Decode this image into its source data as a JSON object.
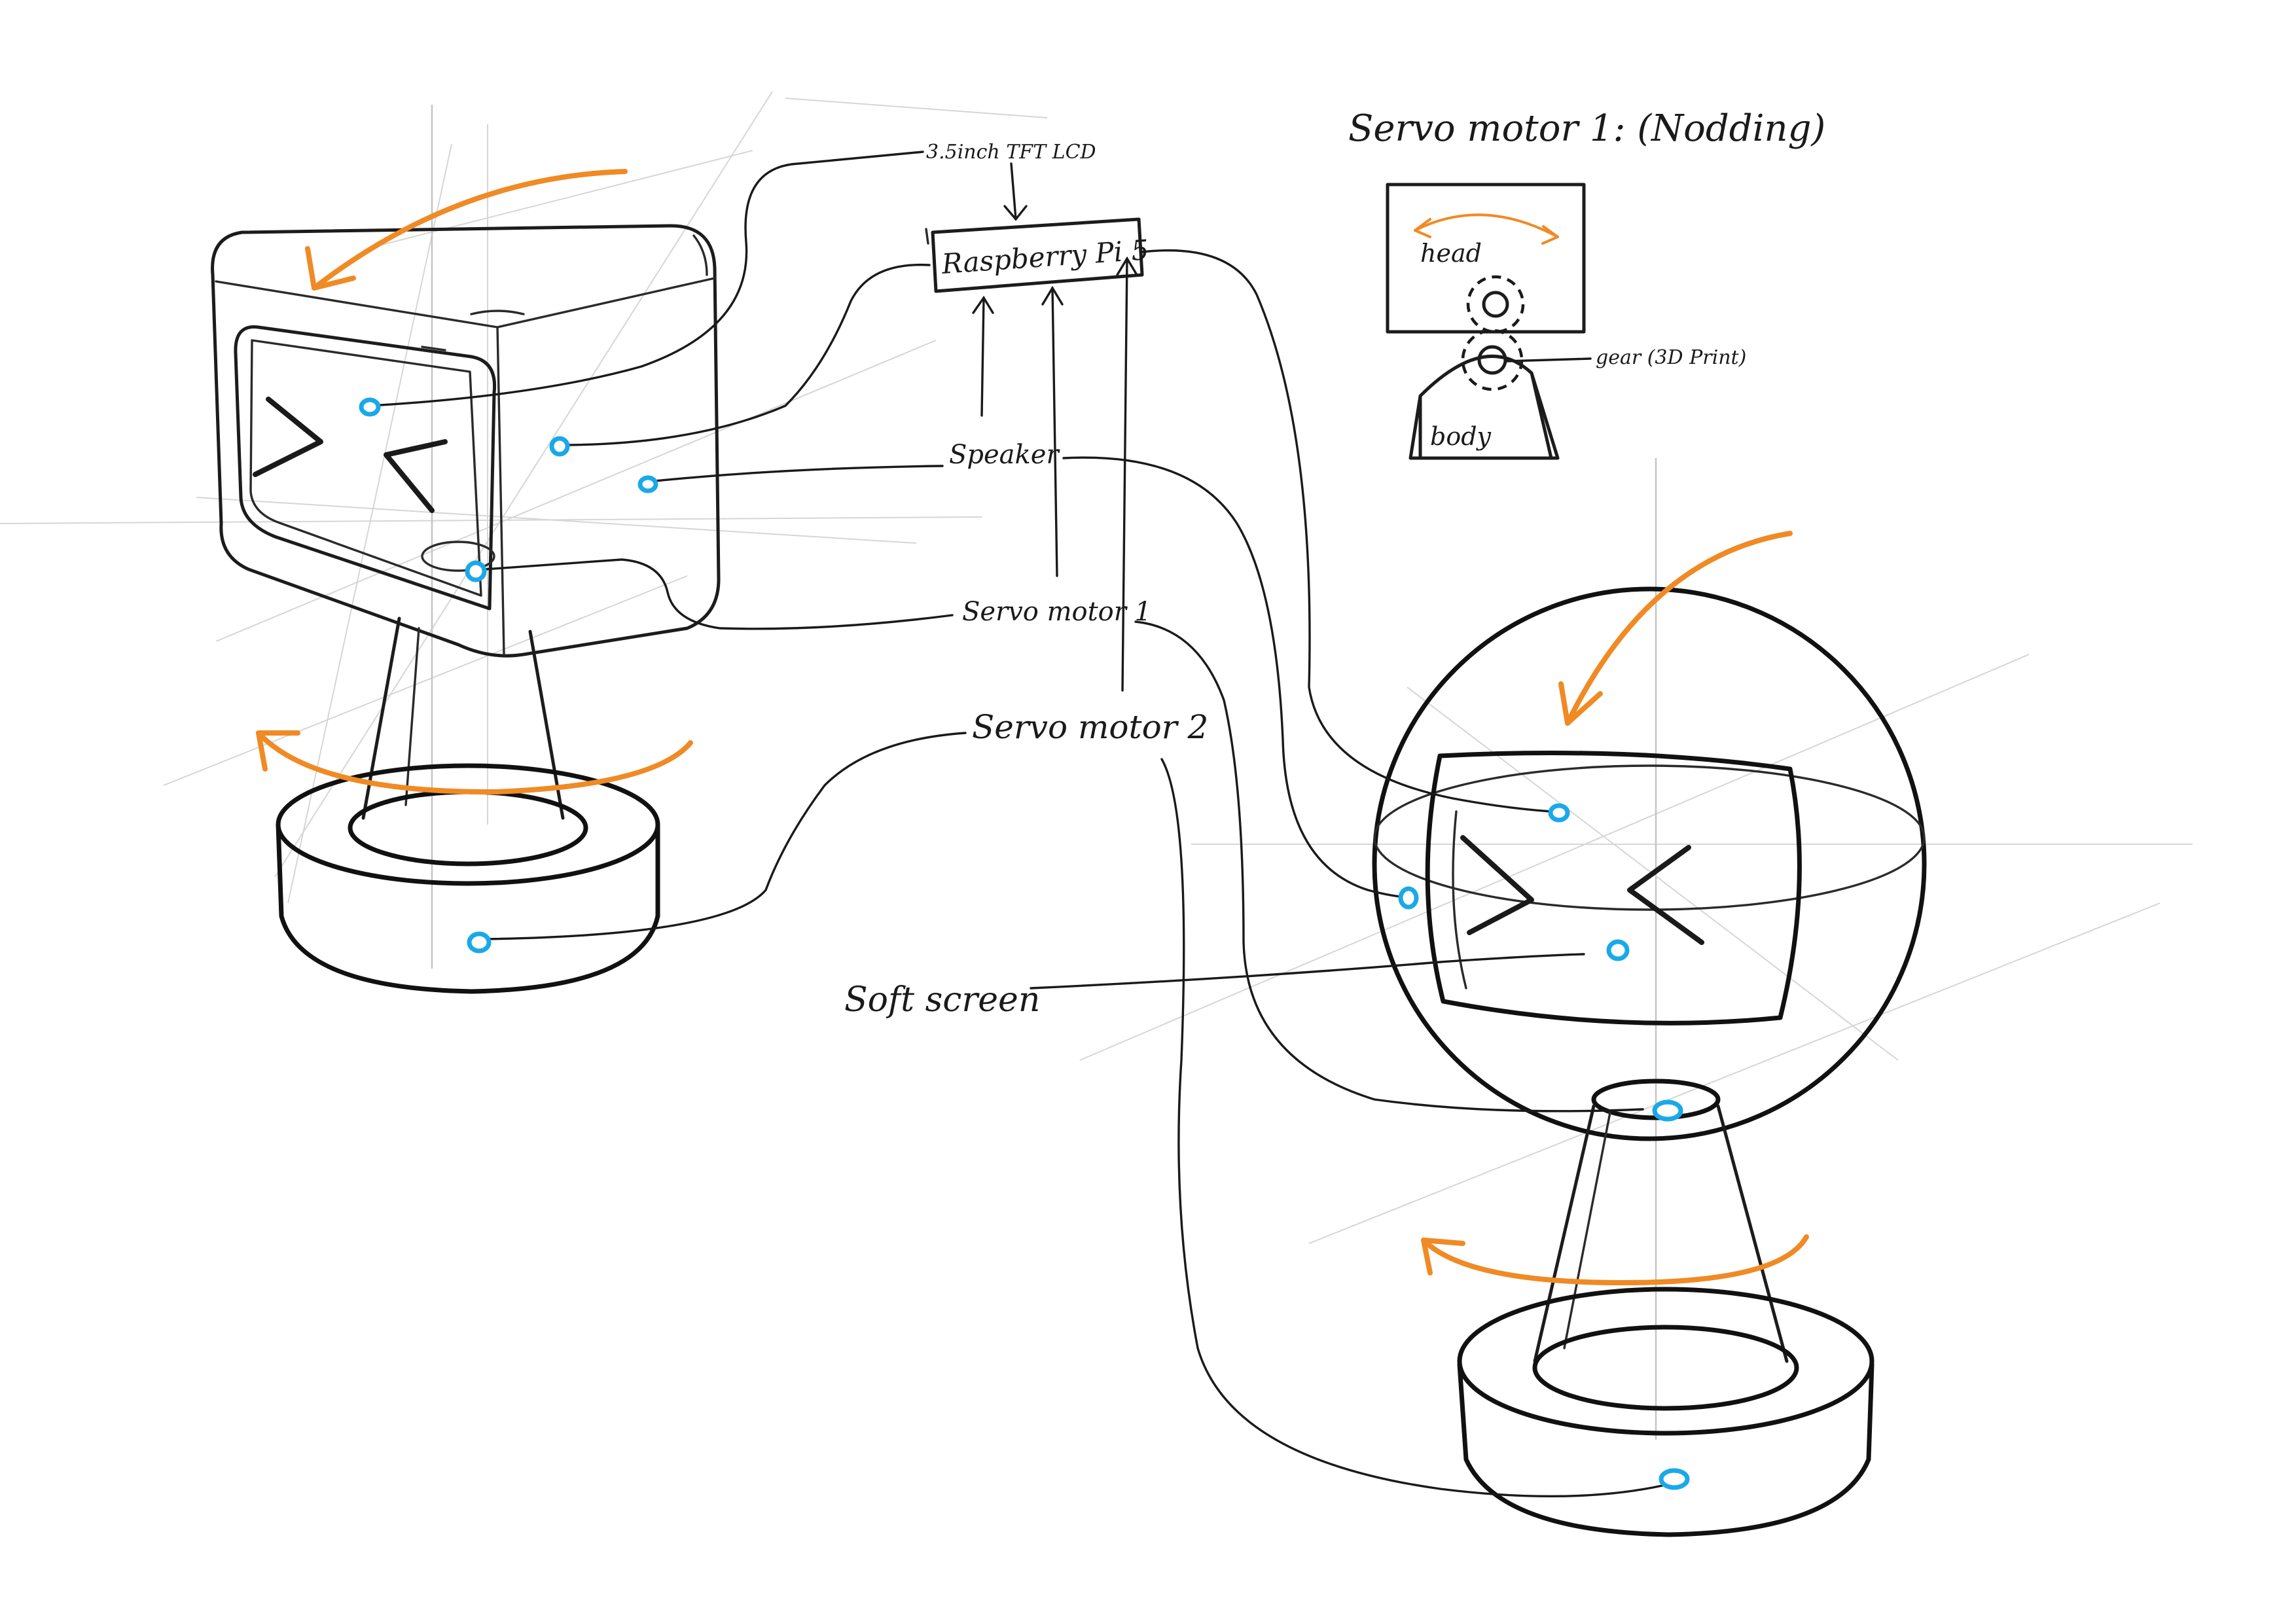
{
  "labels": {
    "lcd": "3.5inch TFT LCD",
    "raspberry": "Raspberry Pi 5",
    "speaker": "Speaker",
    "servo1": "Servo motor 1",
    "servo2": "Servo motor 2",
    "soft_screen": "Soft screen"
  },
  "inset": {
    "title": "Servo motor 1: (Nodding)",
    "head": "head",
    "gear": "gear (3D Print)",
    "body": "body"
  },
  "colors": {
    "ink": "#1a1a1a",
    "motion_arrow": "#f08a24",
    "connection_point": "#1aa9e8",
    "construction_line": "#d6d6d6"
  },
  "icons": {
    "motion": "curved-arrow-icon",
    "connection": "connection-point-icon",
    "face": "x-eyes-face-icon"
  }
}
